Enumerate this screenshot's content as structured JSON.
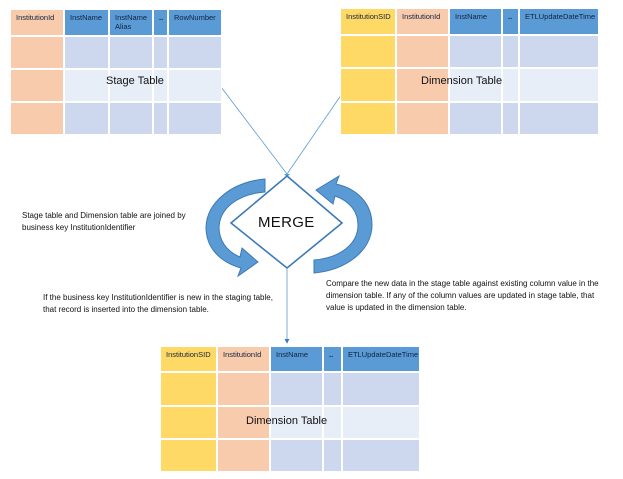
{
  "colors": {
    "peach": "#f8cbad",
    "yellow": "#ffd966",
    "blue_header": "#5b9bd5",
    "row_light": "#dae3f3",
    "row_dark": "#cdd8ee",
    "arrow_blue": "#3c79b6",
    "arrow_fill": "#5b9bd5"
  },
  "stage_table": {
    "label": "Stage Table",
    "headers": [
      "InstitutionId",
      "InstName",
      "InstName Alias",
      "..",
      "RowNumber"
    ]
  },
  "dimension_table_top": {
    "label": "Dimension Table",
    "headers": [
      "InstitutionSID",
      "InstitutionId",
      "InstName",
      "..",
      "ETLUpdateDateTime"
    ]
  },
  "dimension_table_bottom": {
    "label": "Dimension Table",
    "headers": [
      "InstitutionSID",
      "InstitutionId",
      "InstName",
      "..",
      "ETLUpdateDateTime"
    ]
  },
  "merge": {
    "label": "MERGE"
  },
  "notes": {
    "join": "Stage table and Dimension table are joined by business key InstitutionIdentifier",
    "insert": "If the business key InstitutionIdentifier is new in the staging table, that record is inserted into the dimension table.",
    "update": "Compare the new data in the stage table against existing column value in the dimension table. If any of the column values are updated in stage table, that value is updated in the dimension table."
  }
}
